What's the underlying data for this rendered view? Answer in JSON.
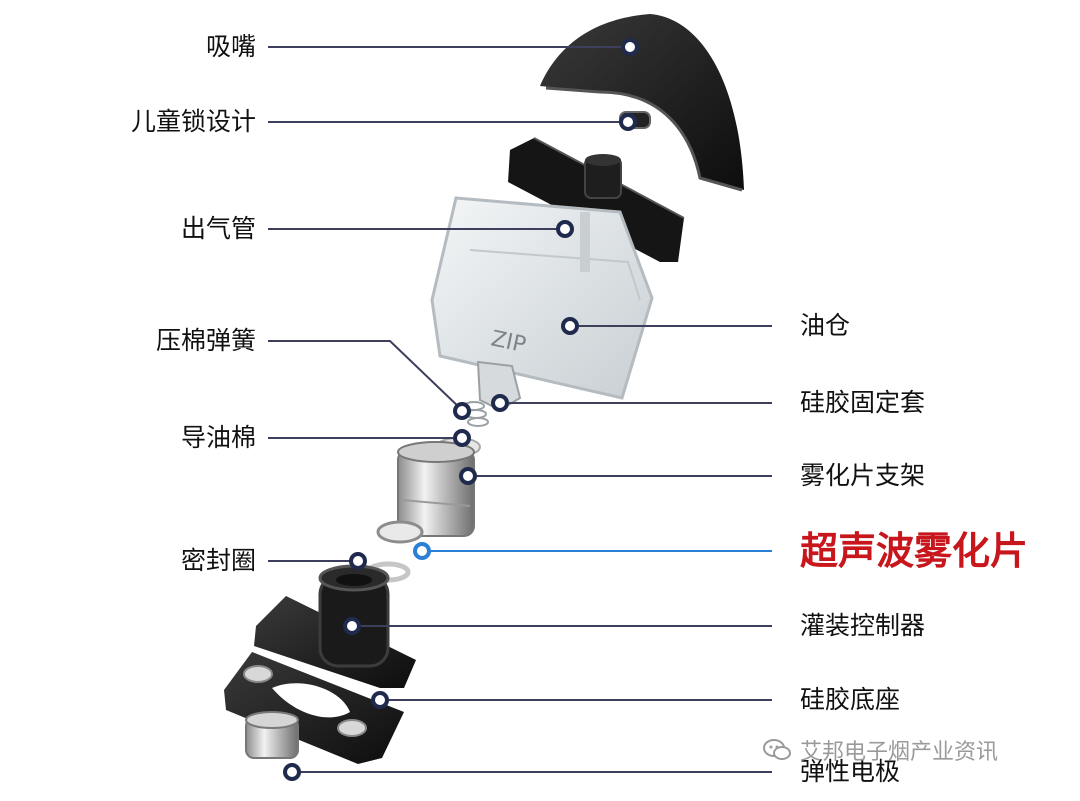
{
  "diagram": {
    "left_labels": [
      "吸嘴",
      "儿童锁设计",
      "出气管",
      "压棉弹簧",
      "导油棉",
      "密封圈"
    ],
    "right_labels": [
      "油仓",
      "硅胶固定套",
      "雾化片支架",
      "超声波雾化片",
      "灌装控制器",
      "硅胶底座",
      "弹性电极"
    ],
    "highlight_label": "超声波雾化片",
    "tank_logo": "ZIP",
    "watermark": "艾邦电子烟产业资讯",
    "colors": {
      "leader_line": "#3d3f5c",
      "highlight": "#c8161d",
      "highlight_line": "#2a7fd6",
      "dot": "#1f2a4d"
    }
  }
}
